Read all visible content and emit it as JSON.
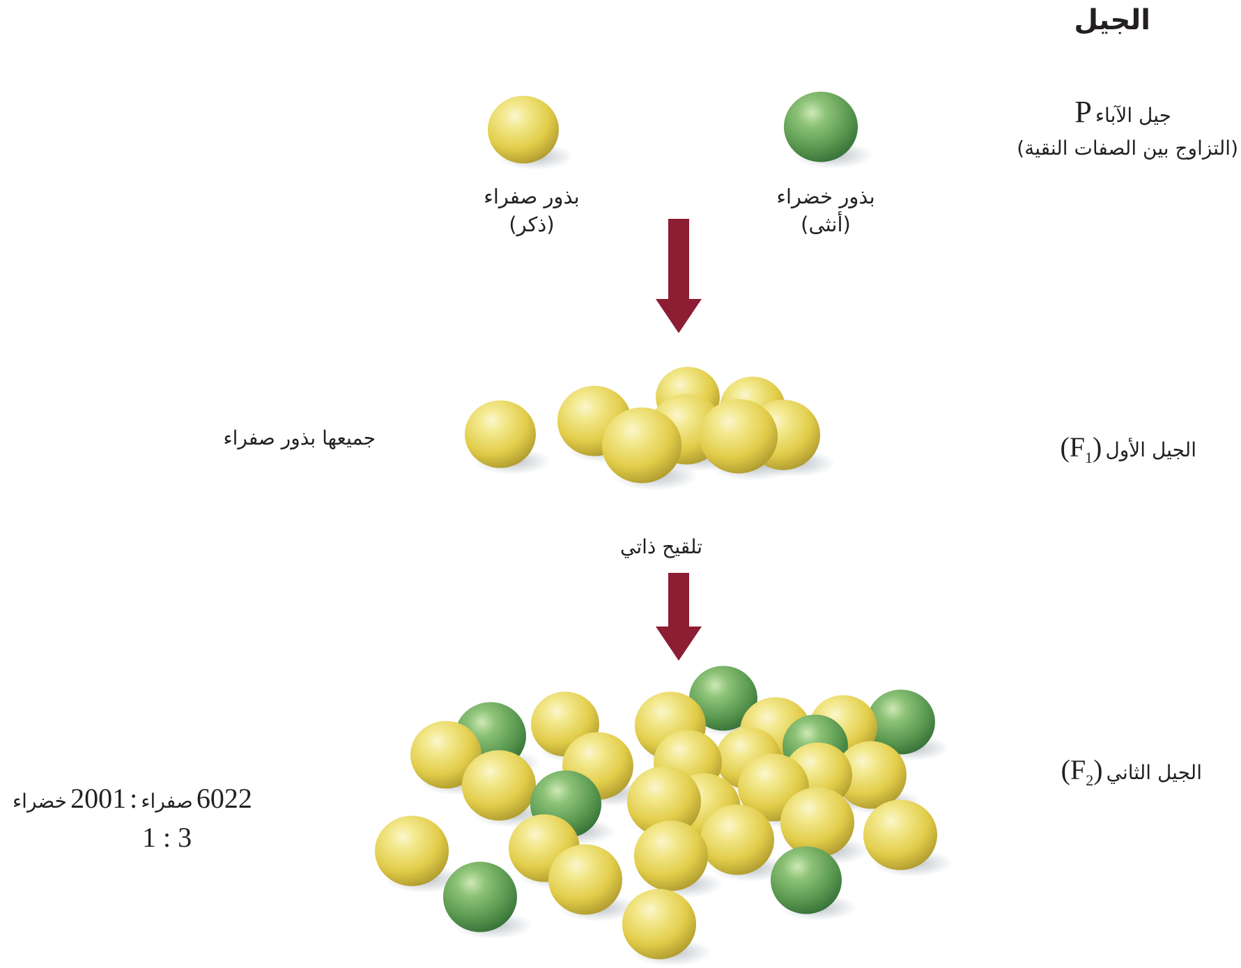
{
  "heading": "الجيل",
  "parent_generation": {
    "label": "جيل الآباء",
    "symbol": "P",
    "subtitle": "(التزاوج بين الصفات النقية)",
    "female": {
      "line1": "بذور خضراء",
      "line2": "(أنثى)",
      "color": "green"
    },
    "male": {
      "line1": "بذور صفراء",
      "line2": "(ذكر)",
      "color": "yellow"
    }
  },
  "f1": {
    "label": "الجيل الأول",
    "symbol": "F",
    "subscript": "1",
    "note": "جميعها بذور صفراء"
  },
  "self_pollination": "تلقيح ذاتي",
  "f2": {
    "label": "الجيل الثاني",
    "symbol": "F",
    "subscript": "2",
    "yellow_count": "6022",
    "yellow_word": "صفراء",
    "separator": ":",
    "green_count": "2001",
    "green_word": "خضراء",
    "ratio": "1 : 3"
  },
  "colors": {
    "arrow": "#8c1d33",
    "yellow_seed": "#e9d95a",
    "green_seed": "#5e9e52",
    "text": "#231f20"
  }
}
